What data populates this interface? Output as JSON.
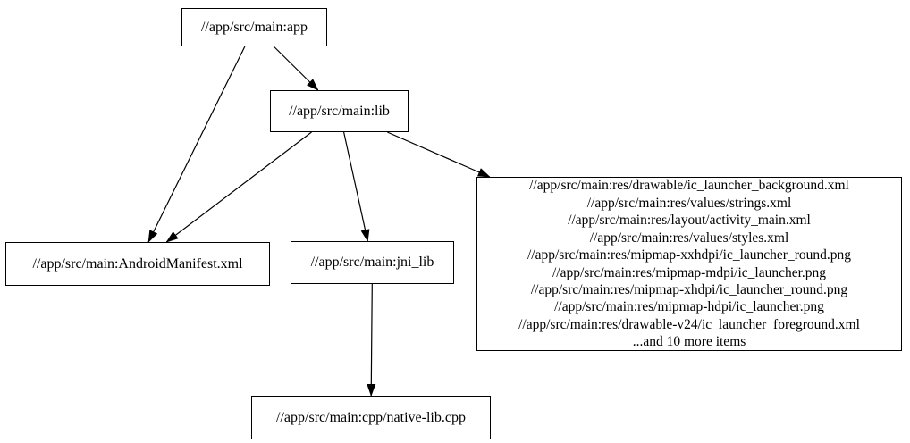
{
  "diagram": {
    "type": "dependency-graph",
    "nodes": {
      "app": {
        "label": "//app/src/main:app"
      },
      "lib": {
        "label": "//app/src/main:lib"
      },
      "manifest": {
        "label": "//app/src/main:AndroidManifest.xml"
      },
      "jni_lib": {
        "label": "//app/src/main:jni_lib"
      },
      "res": {
        "lines": [
          "//app/src/main:res/drawable/ic_launcher_background.xml",
          "//app/src/main:res/values/strings.xml",
          "//app/src/main:res/layout/activity_main.xml",
          "//app/src/main:res/values/styles.xml",
          "//app/src/main:res/mipmap-xxhdpi/ic_launcher_round.png",
          "//app/src/main:res/mipmap-mdpi/ic_launcher.png",
          "//app/src/main:res/mipmap-xhdpi/ic_launcher_round.png",
          "//app/src/main:res/mipmap-hdpi/ic_launcher.png",
          "//app/src/main:res/drawable-v24/ic_launcher_foreground.xml",
          "...and 10 more items"
        ]
      },
      "cpp": {
        "label": "//app/src/main:cpp/native-lib.cpp"
      }
    },
    "edges": [
      {
        "from": "app",
        "to": "lib"
      },
      {
        "from": "app",
        "to": "manifest"
      },
      {
        "from": "lib",
        "to": "manifest"
      },
      {
        "from": "lib",
        "to": "jni_lib"
      },
      {
        "from": "lib",
        "to": "res"
      },
      {
        "from": "jni_lib",
        "to": "cpp"
      }
    ],
    "colors": {
      "background": "#ffffff",
      "node_border": "#000000",
      "text": "#000000",
      "edge": "#000000"
    }
  }
}
